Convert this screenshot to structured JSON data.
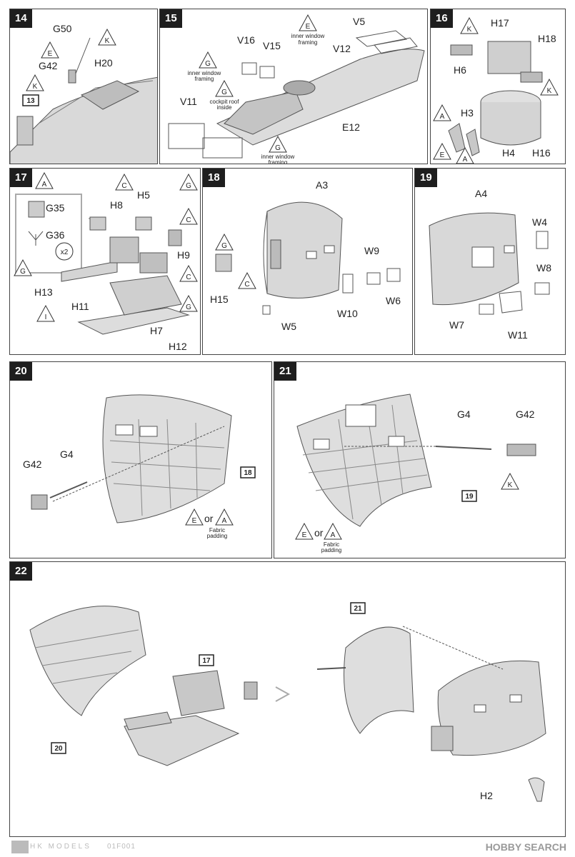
{
  "steps": [
    {
      "num": "14",
      "labels": {
        "g50": "G50",
        "h20": "H20",
        "g42": "G42",
        "ref": "13"
      },
      "tri": {
        "e": "E",
        "k1": "K",
        "k2": "K"
      }
    },
    {
      "num": "15",
      "labels": {
        "v5": "V5",
        "v12": "V12",
        "v16": "V16",
        "v15": "V15",
        "v11": "V11",
        "e12": "E12"
      },
      "tri": {
        "e": "E",
        "g1": "G",
        "g2": "G",
        "g3": "G"
      },
      "notes": {
        "iwf1a": "inner window",
        "iwf1b": "framing",
        "iwf2a": "inner window",
        "iwf2b": "framing",
        "iwf3a": "inner window",
        "iwf3b": "framing",
        "cra": "cockpit roof",
        "crb": "inside"
      }
    },
    {
      "num": "16",
      "labels": {
        "h17": "H17",
        "h18": "H18",
        "h6": "H6",
        "h3": "H3",
        "h4": "H4",
        "h16": "H16"
      },
      "tri": {
        "k1": "K",
        "k2": "K",
        "a1": "A",
        "a2": "A",
        "e": "E"
      }
    },
    {
      "num": "17",
      "labels": {
        "g35": "G35",
        "g36": "G36",
        "x2": "x2",
        "h8": "H8",
        "h5": "H5",
        "h9": "H9",
        "h13": "H13",
        "h11": "H11",
        "h7": "H7",
        "h12": "H12"
      },
      "tri": {
        "a": "A",
        "g1": "G",
        "c1": "C",
        "g2": "G",
        "c2": "C",
        "c3": "C",
        "g3": "G",
        "i": "I"
      }
    },
    {
      "num": "18",
      "labels": {
        "a3": "A3",
        "w9": "W9",
        "w6": "W6",
        "w10": "W10",
        "w5": "W5",
        "h15": "H15"
      },
      "tri": {
        "g": "G",
        "c": "C"
      }
    },
    {
      "num": "19",
      "labels": {
        "a4": "A4",
        "w4": "W4",
        "w8": "W8",
        "w7": "W7",
        "w11": "W11"
      }
    },
    {
      "num": "20",
      "labels": {
        "g42": "G42",
        "g4": "G4",
        "ref": "18",
        "or": "or",
        "fp1": "Fabric",
        "fp2": "padding"
      },
      "tri": {
        "e": "E",
        "a": "A"
      }
    },
    {
      "num": "21",
      "labels": {
        "g4": "G4",
        "g42": "G42",
        "ref": "19",
        "or": "or",
        "fp1": "Fabric",
        "fp2": "padding"
      },
      "tri": {
        "k": "K",
        "e": "E",
        "a": "A"
      }
    },
    {
      "num": "22",
      "labels": {
        "ref17": "17",
        "ref20": "20",
        "ref21": "21",
        "h2": "H2"
      }
    }
  ],
  "footer": {
    "brand": "HK MODELS",
    "code": "01F001",
    "source": "HOBBY SEARCH"
  }
}
